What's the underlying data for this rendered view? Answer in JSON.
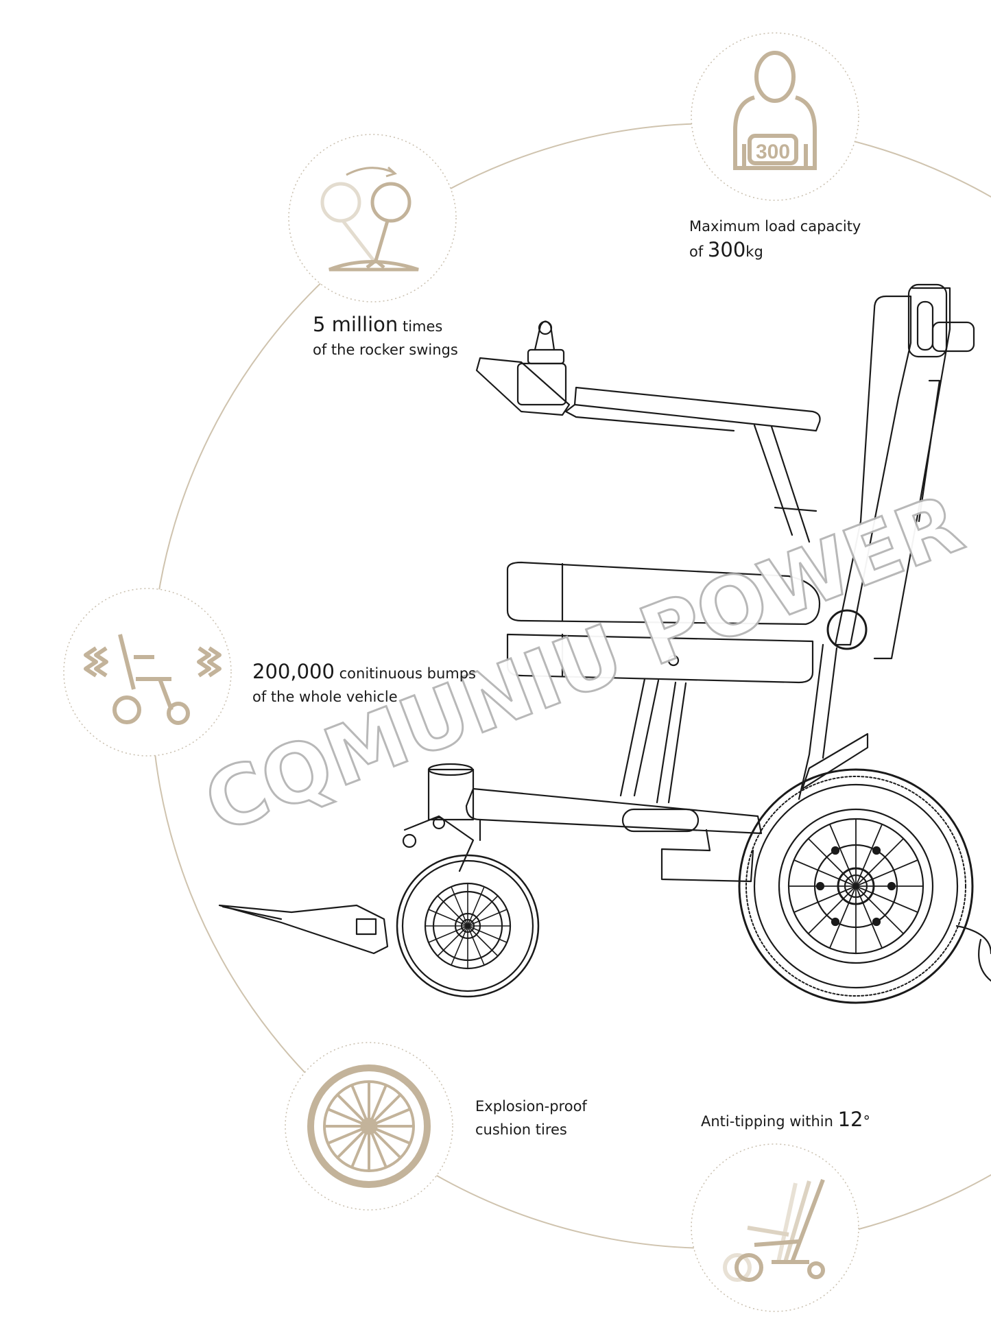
{
  "accent_color": "#c3b39a",
  "features": {
    "load": {
      "line1": "Maximum load capacity",
      "line2_pre": "of ",
      "line2_num": "300",
      "line2_unit": "kg",
      "icon_number": "300",
      "icon": "person-load-icon"
    },
    "rocker": {
      "num": "5 million",
      "rest": " times",
      "line2": "of the rocker swings",
      "icon": "joystick-icon"
    },
    "bumps": {
      "num": "200,000",
      "rest": " conitinuous bumps",
      "line2": "of the whole vehicle",
      "icon": "wheelchair-vibration-icon"
    },
    "tires": {
      "line1": "Explosion-proof",
      "line2": "cushion tires",
      "icon": "wheel-icon"
    },
    "tipping": {
      "text": "Anti-tipping within ",
      "num": "12",
      "unit": "°",
      "icon": "wheelchair-tilt-icon"
    }
  },
  "watermark": "CQMUNIU POWER"
}
